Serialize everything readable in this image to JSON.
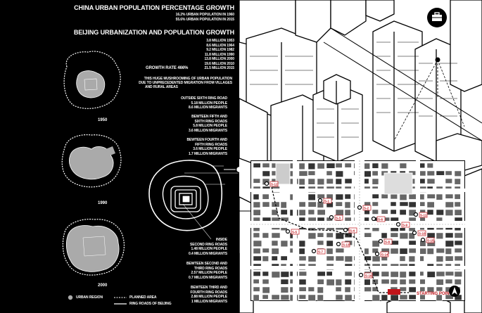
{
  "china_growth": {
    "title": "China Urban Population Percentage Growth",
    "rows": [
      {
        "value": "16.2%",
        "label": "Urban population in 1960"
      },
      {
        "value": "55.6%",
        "label": "Urban population in 2015"
      }
    ]
  },
  "beijing": {
    "title": "Beijing Urbanization and Population Growth",
    "rows": [
      {
        "value": "3.8 Million",
        "year": "1953"
      },
      {
        "value": "8.6 Million",
        "year": "1964"
      },
      {
        "value": "9.2 Million",
        "year": "1982"
      },
      {
        "value": "11.8 Million",
        "year": "1990"
      },
      {
        "value": "13.8 Million",
        "year": "2000"
      },
      {
        "value": "19.6 Million",
        "year": "2010"
      },
      {
        "value": "21.5 Million",
        "year": "2015"
      }
    ],
    "growth_rate_label": "Growth rate",
    "growth_rate_value": "466%",
    "note_1": "This huge mushrooming of urban population",
    "note_2": "due to unprecedented migration from villages",
    "note_3": "and rural areas"
  },
  "ring_stats_right": [
    {
      "title_1": "Outside sixth ring road",
      "title_2": "",
      "line_1": "5.18 Million people",
      "line_2": "8.6 Million migrants"
    },
    {
      "title_1": "Bewteen fifth and",
      "title_2": "sixth ring roads",
      "line_1": "5.8 Million people",
      "line_2": "3.6 Million migrants"
    },
    {
      "title_1": "Bewteen fourth and",
      "title_2": "fifth ring roads",
      "line_1": "3.6 Million people",
      "line_2": "1.7 Million migrants"
    }
  ],
  "ring_stats_bottom": [
    {
      "title_1": "Inside",
      "title_2": "second ring roads",
      "line_1": "1.48 Million people",
      "line_2": "0.4 Million migrants"
    },
    {
      "title_1": "Bewteen second and",
      "title_2": "third ring roads",
      "line_1": "2.57 Million people",
      "line_2": "0.7 Million migrants"
    },
    {
      "title_1": "Bewteen third and",
      "title_2": "fourth ring roads",
      "line_1": "2.88 Million people",
      "line_2": "1 Million migrants"
    }
  ],
  "years": [
    "1950",
    "1990",
    "2000"
  ],
  "legend": {
    "urban_region": "Urban region",
    "planned_area": "Planned area",
    "ring_roads": "Ring roads of Beijing"
  },
  "map": {
    "site_labels": [
      "S-1",
      "S-2",
      "S-3",
      "S-4",
      "S-5",
      "S-6",
      "S-7",
      "S-8",
      "S-9",
      "S-10",
      "S-11",
      "S-12",
      "S-13",
      "S-14",
      "S-15",
      "S-16"
    ],
    "starting_point": "Starting point"
  },
  "colors": {
    "panel_bg": "#000000",
    "accent_red": "#c0141a",
    "map_paper": "#ffffff"
  },
  "icons": [
    "briefcase-icon",
    "north-arrow-icon"
  ]
}
